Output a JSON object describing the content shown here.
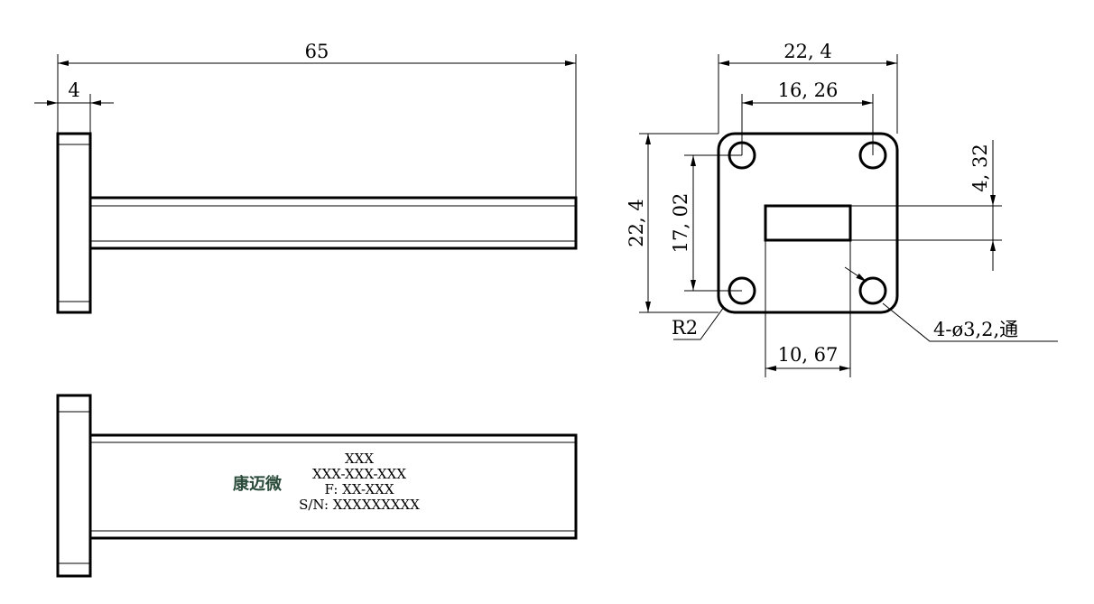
{
  "colors": {
    "line": "#000000",
    "logo": "#2a4a3a",
    "background": "#ffffff"
  },
  "dimensions": {
    "overall_length": "65",
    "flange_thickness": "4",
    "flange_width": "22, 4",
    "hole_spacing_h": "16, 26",
    "flange_height": "22, 4",
    "hole_spacing_v": "17, 02",
    "slot_height": "4, 32",
    "slot_width": "10, 67",
    "corner_radius": "R2",
    "holes": "4-ø3,2,通"
  },
  "nameplate": {
    "logo": "康迈微",
    "line1": "XXX",
    "line2": "XXX-XXX-XXX",
    "line3": "F: XX-XXX",
    "line4": "S/N: XXXXXXXXX"
  }
}
